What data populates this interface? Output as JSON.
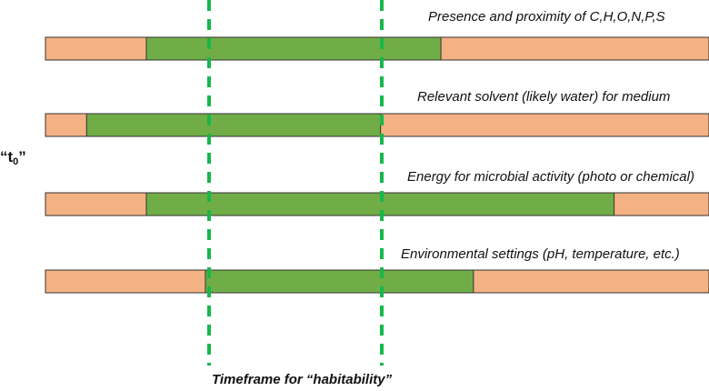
{
  "t0": {
    "base": "“t",
    "sub": "0",
    "close": "”"
  },
  "caption": "Timeframe for “habitability”",
  "colors": {
    "track": "#f4b183",
    "fill": "#70ad47",
    "dashed": "#16b84a",
    "outline": "#333333"
  },
  "rows": [
    {
      "label": "Presence and proximity of C,H,O,N,P,S",
      "start": 0.152,
      "end": 0.596
    },
    {
      "label": "Relevant solvent (likely water) for medium",
      "start": 0.062,
      "end": 0.505
    },
    {
      "label": "Energy for microbial activity (photo or chemical)",
      "start": 0.152,
      "end": 0.857
    },
    {
      "label": "Environmental settings (pH, temperature, etc.)",
      "start": 0.241,
      "end": 0.645
    }
  ]
}
